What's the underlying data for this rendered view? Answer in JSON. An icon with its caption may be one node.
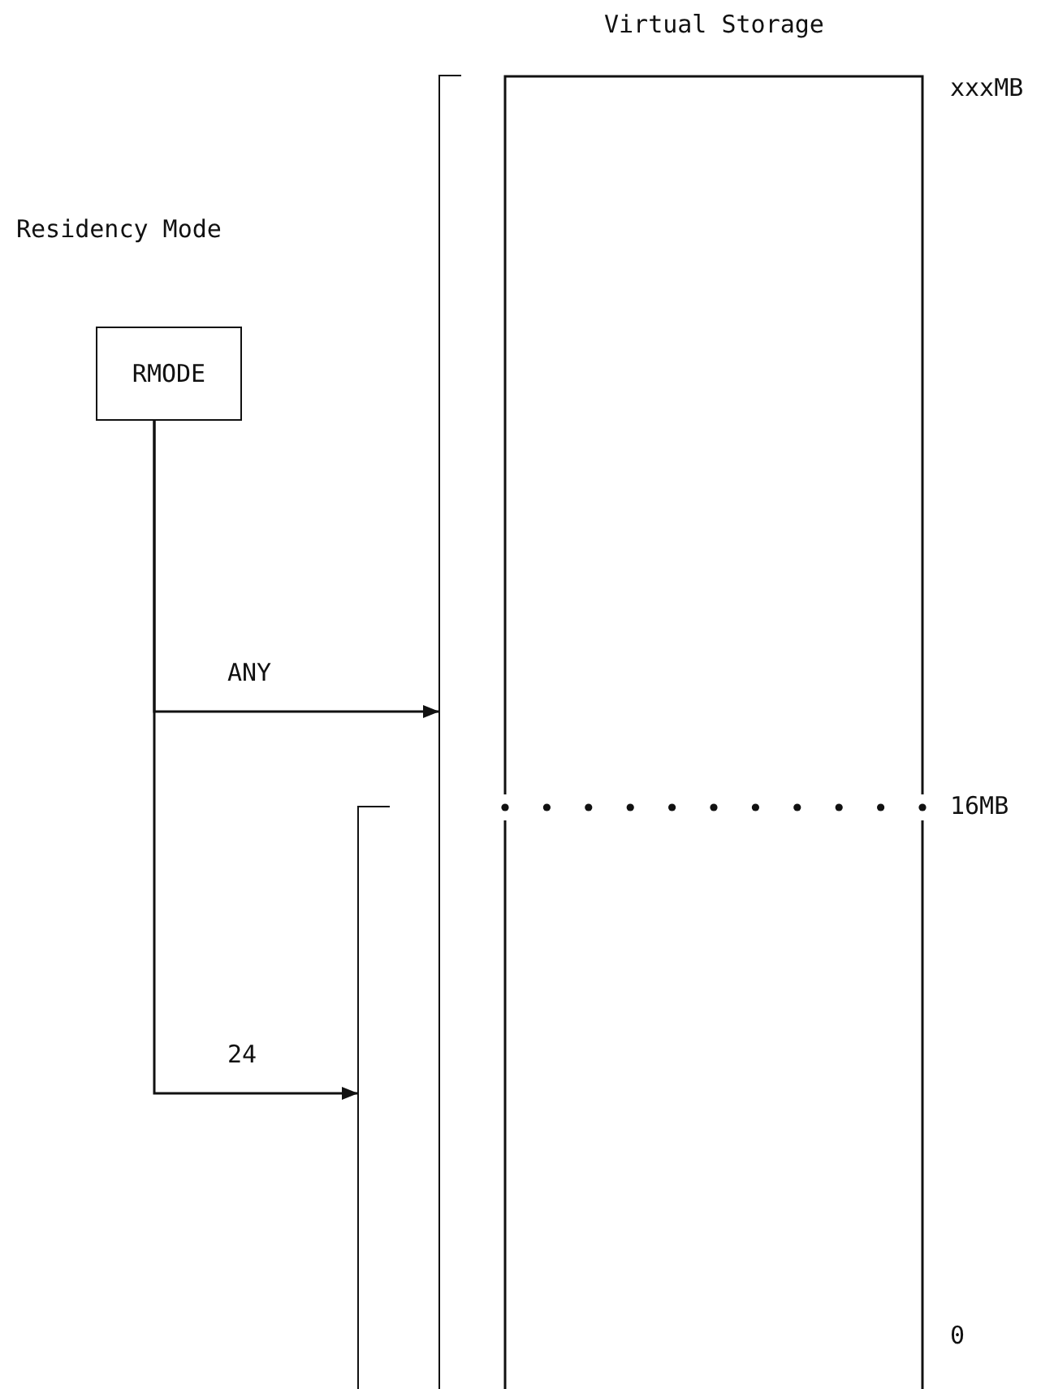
{
  "diagram": {
    "title": "Virtual Storage",
    "nodes": [
      {
        "text": [
          "RMODE"
        ]
      },
      {
        "text": [],
        "shape": "bar"
      },
      {
        "text": [],
        "shape": "bar"
      }
    ],
    "edges": [
      {
        "from": 0,
        "to": 1,
        "arrow": "to",
        "label": "ANY"
      },
      {
        "from": 0,
        "to": 2,
        "arrow": "to",
        "label": "24"
      }
    ],
    "labels": [
      "Residency Mode",
      "xxxMB",
      "16MB",
      "0"
    ]
  }
}
